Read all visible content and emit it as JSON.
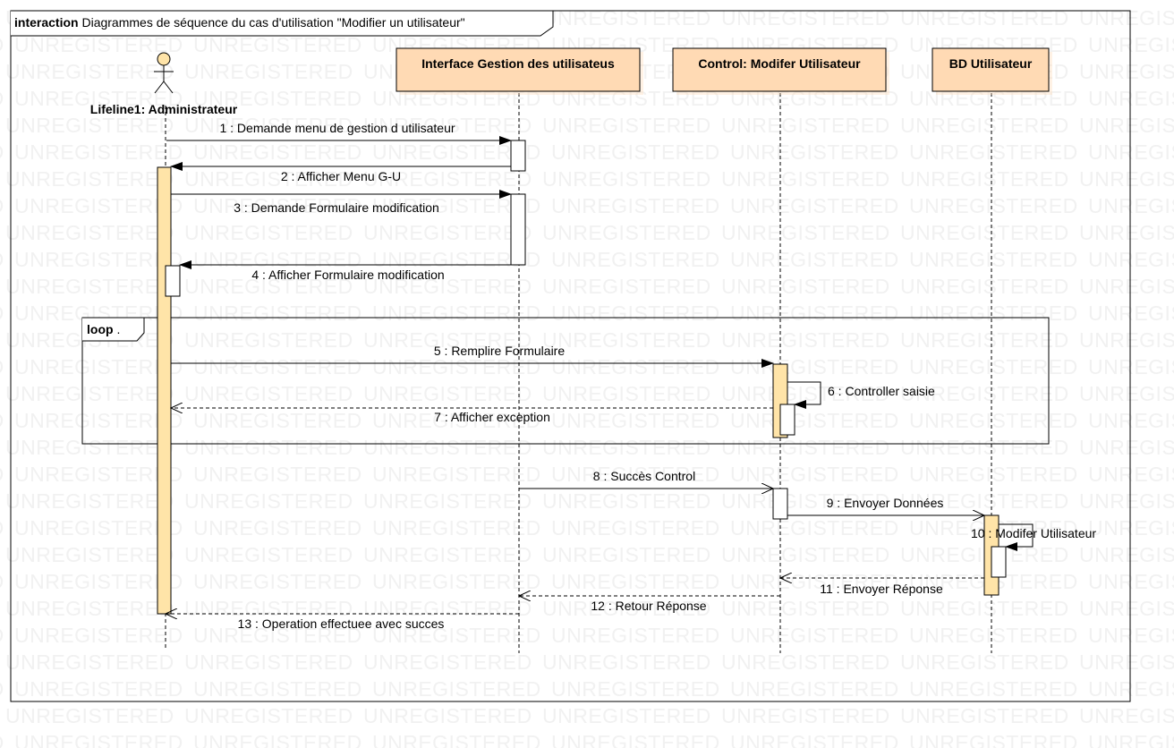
{
  "watermark": "UNREGISTERED",
  "frame": {
    "keyword": "interaction",
    "title": "Diagrammes de séquence du cas d'utilisation \"Modifier un utilisateur\""
  },
  "actor": {
    "name": "Lifeline1: Administrateur"
  },
  "lifelines": [
    {
      "name": "Interface Gestion des utilisateus"
    },
    {
      "name": "Control: Modifer  Utilisateur"
    },
    {
      "name": "BD Utilisateur"
    }
  ],
  "loop": {
    "label": "loop",
    "guard": "."
  },
  "messages": [
    "1 : Demande menu de gestion d utilisateur",
    "2 : Afficher Menu G-U",
    "3 : Demande Formulaire modification",
    "4 : Afficher Formulaire modification",
    "5 : Remplire Formulaire",
    "6 : Controller saisie",
    "7 : Afficher exception",
    "8 : Succès Control",
    "9 : Envoyer Données",
    "10 : Modifer Utilisateur",
    "11 : Envoyer Réponse",
    "12 : Retour Réponse",
    "13 : Operation effectuee avec succes"
  ],
  "colors": {
    "lifeline_header_fill": "#FFDAB4",
    "activation_fill": "#FFE4A8",
    "line": "#000000",
    "watermark": "#F1F1F1"
  }
}
